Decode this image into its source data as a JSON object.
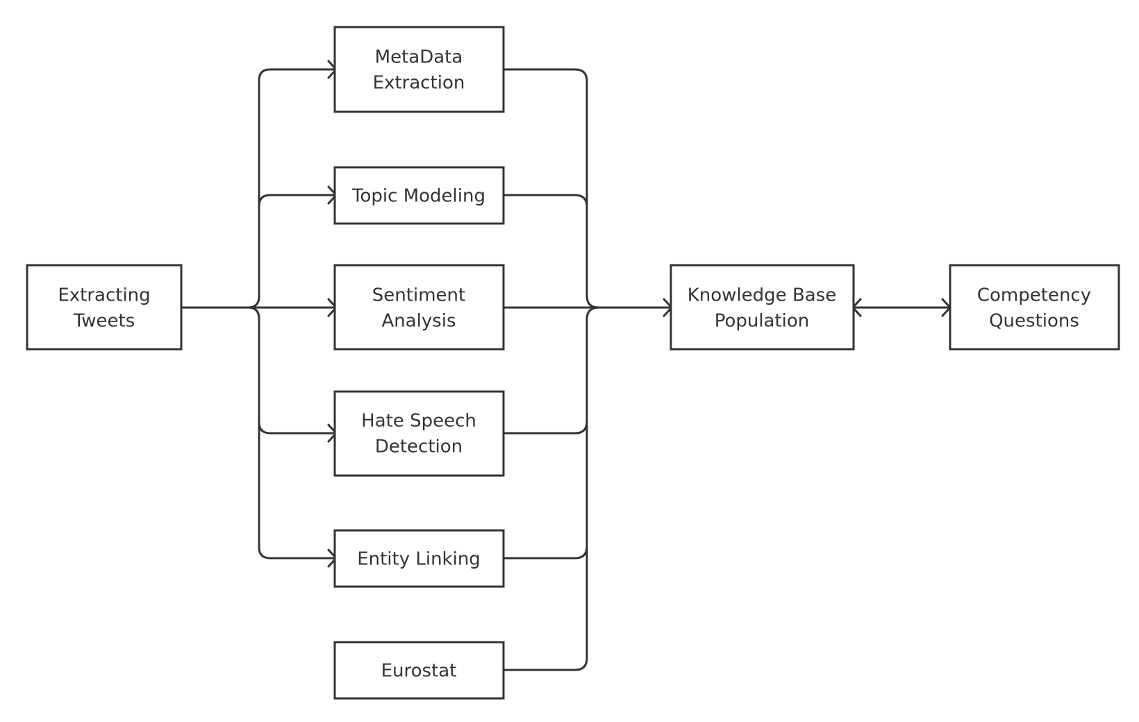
{
  "diagram": {
    "nodes": {
      "extracting_tweets": {
        "lines": [
          "Extracting",
          "Tweets"
        ]
      },
      "metadata_extraction": {
        "lines": [
          "MetaData",
          "Extraction"
        ]
      },
      "topic_modeling": {
        "lines": [
          "Topic Modeling"
        ]
      },
      "sentiment_analysis": {
        "lines": [
          "Sentiment",
          "Analysis"
        ]
      },
      "hate_speech_detection": {
        "lines": [
          "Hate Speech",
          "Detection"
        ]
      },
      "entity_linking": {
        "lines": [
          "Entity Linking"
        ]
      },
      "eurostat": {
        "lines": [
          "Eurostat"
        ]
      },
      "knowledge_base_population": {
        "lines": [
          "Knowledge Base",
          "Population"
        ]
      },
      "competency_questions": {
        "lines": [
          "Competency",
          "Questions"
        ]
      }
    },
    "edges": [
      {
        "from": "extracting_tweets",
        "to": "metadata_extraction"
      },
      {
        "from": "extracting_tweets",
        "to": "topic_modeling"
      },
      {
        "from": "extracting_tweets",
        "to": "sentiment_analysis"
      },
      {
        "from": "extracting_tweets",
        "to": "hate_speech_detection"
      },
      {
        "from": "extracting_tweets",
        "to": "entity_linking"
      },
      {
        "from": "metadata_extraction",
        "to": "knowledge_base_population"
      },
      {
        "from": "topic_modeling",
        "to": "knowledge_base_population"
      },
      {
        "from": "sentiment_analysis",
        "to": "knowledge_base_population"
      },
      {
        "from": "hate_speech_detection",
        "to": "knowledge_base_population"
      },
      {
        "from": "entity_linking",
        "to": "knowledge_base_population"
      },
      {
        "from": "eurostat",
        "to": "knowledge_base_population"
      },
      {
        "from": "knowledge_base_population",
        "to": "competency_questions",
        "bidirectional": true
      }
    ]
  }
}
